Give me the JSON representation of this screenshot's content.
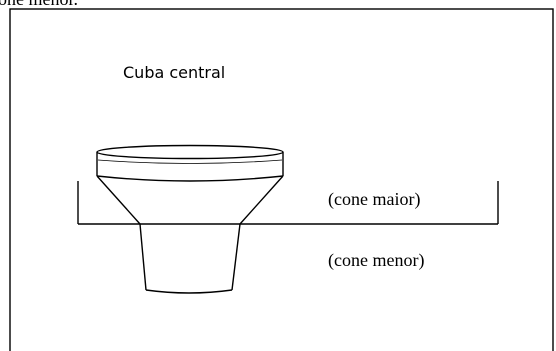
{
  "header_fragment": "one menor.",
  "diagram": {
    "title": "Cuba central",
    "upper_label": "(cone maior)",
    "lower_label": "(cone menor)"
  }
}
